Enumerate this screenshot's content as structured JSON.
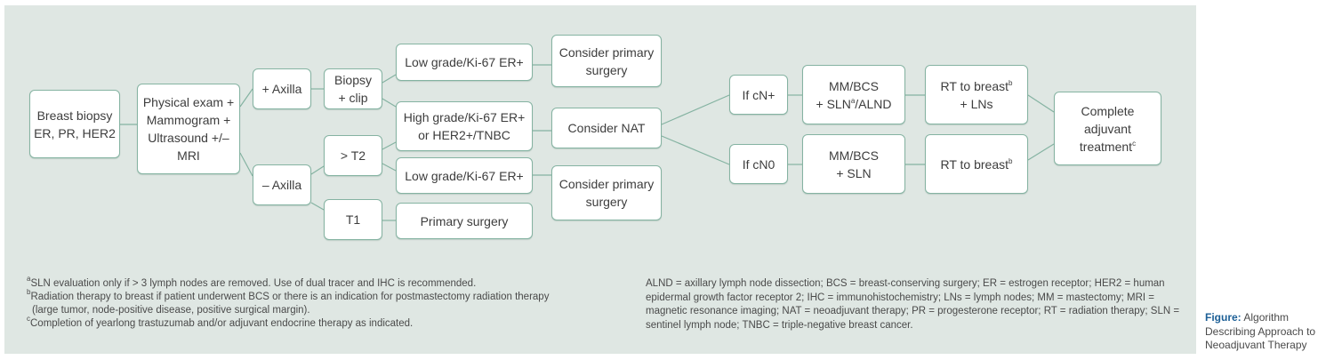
{
  "colors": {
    "panel_bg": "#dfe7e3",
    "box_border": "#85b3a2",
    "connector": "#85b3a2",
    "caption_label": "#1c5f96"
  },
  "nodes": {
    "breast_biopsy": "Breast biopsy\nER, PR, HER2",
    "physical_exam": "Physical exam +\nMammogram +\nUltrasound +/–\nMRI",
    "plus_axilla": "+ Axilla",
    "minus_axilla": "– Axilla",
    "biopsy_clip": "Biopsy\n+ clip",
    "gt_t2": "> T2",
    "t1": "T1",
    "low_grade_1": "Low grade/Ki-67 ER+",
    "high_grade": "High grade/Ki-67 ER+\nor HER2+/TNBC",
    "low_grade_2": "Low grade/Ki-67 ER+",
    "primary_surgery": "Primary surgery",
    "consider_primary_1": "Consider primary\nsurgery",
    "consider_nat": "Consider NAT",
    "consider_primary_2": "Consider primary\nsurgery",
    "if_cn_pos": "If cN+",
    "if_cn0": "If cN0",
    "mm_bcs_1_line1": "MM/BCS",
    "mm_bcs_1_line2a": "+ SLN",
    "mm_bcs_1_sup": "a",
    "mm_bcs_1_line2b": "/ALND",
    "mm_bcs_2": "MM/BCS\n+ SLN",
    "rt_1_line1": "RT to breast",
    "rt_1_sup": "b",
    "rt_1_line2": "+ LNs",
    "rt_2": "RT to breast",
    "rt_2_sup": "b",
    "complete_line1": "Complete",
    "complete_line2": "adjuvant",
    "complete_line3": "treatment",
    "complete_sup": "c"
  },
  "footnotes": [
    {
      "mark": "a",
      "text": "SLN evaluation only if > 3 lymph nodes are removed. Use of dual tracer and IHC is recommended."
    },
    {
      "mark": "b",
      "text": "Radiation therapy to breast if patient underwent BCS or there is an indication for postmastectomy radiation therapy",
      "cont": "(large tumor, node-positive disease, positive surgical margin)."
    },
    {
      "mark": "c",
      "text": "Completion of yearlong trastuzumab and/or adjuvant endocrine therapy as indicated."
    }
  ],
  "abbreviations": "ALND = axillary lymph node dissection; BCS = breast-conserving surgery; ER = estrogen receptor; HER2 = human epidermal growth factor receptor 2; IHC = immunohistochemistry; LNs = lymph nodes; MM = mastectomy; MRI = magnetic resonance imaging; NAT = neoadjuvant therapy; PR = progesterone receptor; RT = radiation therapy; SLN = sentinel lymph node; TNBC = triple-negative breast cancer.",
  "caption": {
    "label": "Figure:",
    "text": "Algorithm Describing Approach to Neoadjuvant Therapy"
  }
}
